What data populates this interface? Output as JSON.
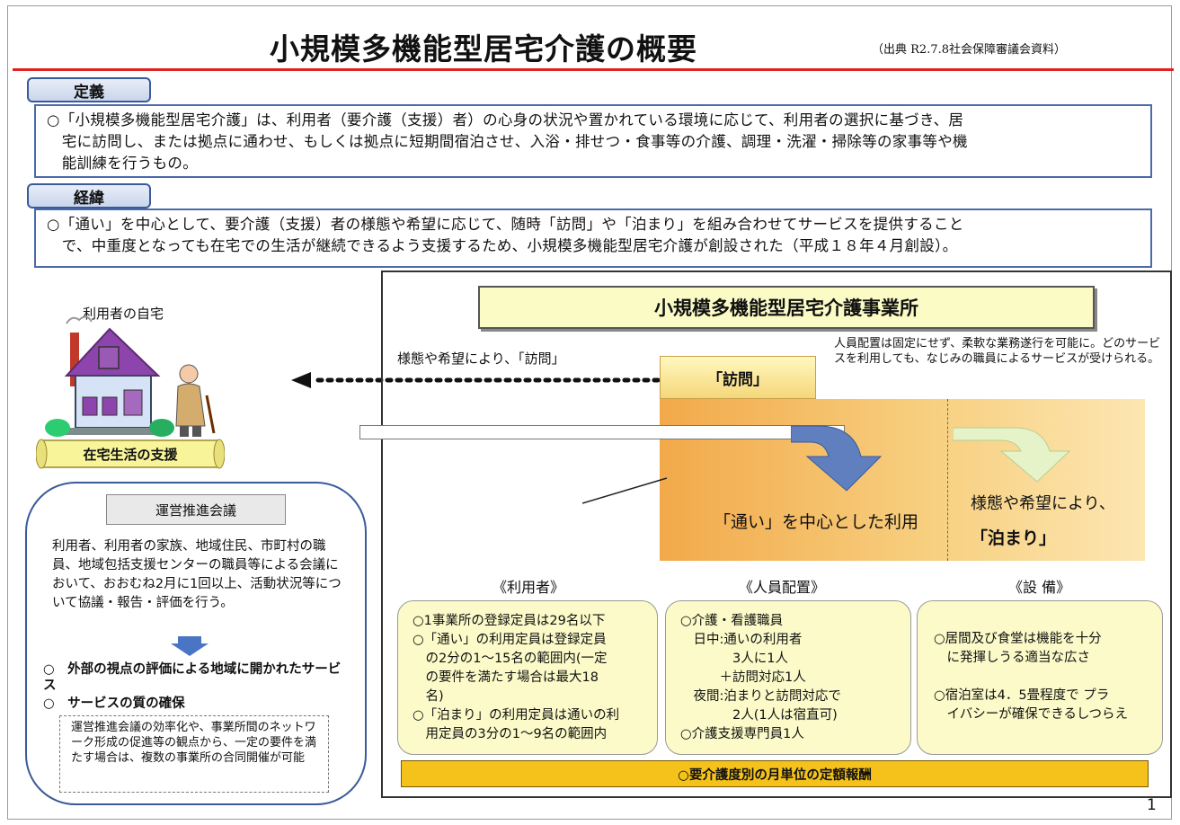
{
  "title": "小規模多機能型居宅介護の概要",
  "source": "（出典 R2.7.8社会保障審議会資料）",
  "definition": {
    "label": "定義",
    "lines": [
      "○「小規模多機能型居宅介護」は、利用者（要介護（支援）者）の心身の状況や置かれている環境に応じて、利用者の選択に基づき、居",
      "　宅に訪問し、または拠点に通わせ、もしくは拠点に短期間宿泊させ、入浴・排せつ・食事等の介護、調理・洗濯・掃除等の家事等や機",
      "　能訓練を行うもの。"
    ]
  },
  "history": {
    "label": "経緯",
    "lines": [
      "○「通い」を中心として、要介護（支援）者の様態や希望に応じて、随時「訪問」や「泊まり」を組み合わせてサービスを提供すること",
      "　で、中重度となっても在宅での生活が継続できるよう支援するため、小規模多機能型居宅介護が創設された（平成１８年４月創設）。"
    ]
  },
  "home": {
    "label": "利用者の自宅",
    "support": "在宅生活の支援"
  },
  "office": {
    "title": "小規模多機能型居宅介護事業所",
    "houmon_caption": "様態や希望により、「訪問」",
    "staff_note": "人員配置は固定にせず、柔軟な業務遂行を可能に。どのサービスを利用しても、なじみの職員によるサービスが受けられる。",
    "houmon": "「訪問」",
    "kayoi": "「通い」を中心とした利用",
    "yoshi": "様態や希望により、",
    "tomari": "「泊まり」"
  },
  "columns": {
    "users": {
      "head": "《利用者》",
      "lines": [
        "○1事業所の登録定員は29名以下",
        "○「通い」の利用定員は登録定員",
        "　の2分の1～15名の範囲内(一定",
        "　の要件を満たす場合は最大18",
        "　名)",
        "○「泊まり」の利用定員は通いの利",
        "　用定員の3分の1～9名の範囲内"
      ]
    },
    "staff": {
      "head": "《人員配置》",
      "lines": [
        "○介護・看護職員",
        "　日中:通いの利用者",
        "　　　　3人に1人",
        "　　　＋訪問対応1人",
        "　夜間:泊まりと訪問対応で",
        "　　　　2人(1人は宿直可)",
        "○介護支援専門員1人"
      ]
    },
    "facility": {
      "head": "《設 備》",
      "lines": [
        "○居間及び食堂は機能を十分",
        "　に発揮しうる適当な広さ",
        "",
        "○宿泊室は4．5畳程度で プラ",
        "　イバシーが確保できるしつらえ"
      ]
    }
  },
  "fee": "○要介護度別の月単位の定額報酬",
  "council": {
    "title": "運営推進会議",
    "body": "利用者、利用者の家族、地域住民、市町村の職員、地域包括支援センターの職員等による会議において、おおむね2月に1回以上、活動状況等について協議・報告・評価を行う。",
    "bullet1": "外部の視点の評価による地域に開かれたサービス",
    "bullet2": "サービスの質の確保",
    "note": "運営推進会議の効率化や、事業所間のネットワーク形成の促進等の観点から、一定の要件を満たす場合は、複数の事業所の合同開催が可能"
  },
  "page_number": "1"
}
